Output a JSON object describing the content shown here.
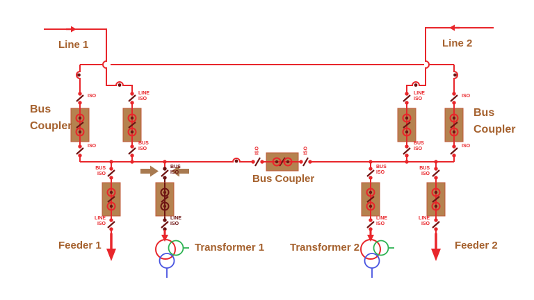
{
  "labels": {
    "line1": "Line 1",
    "line2": "Line 2",
    "bus_coupler_stacked": {
      "line1": "Bus",
      "line2": "Coupler"
    },
    "bus_coupler": "Bus Coupler",
    "feeder1": "Feeder 1",
    "feeder2": "Feeder 2",
    "transformer1": "Transformer 1",
    "transformer2": "Transformer 2",
    "iso": "ISO",
    "line_word": "LINE",
    "bus_word": "BUS"
  },
  "colors": {
    "wire_red": "#e8262b",
    "dark_red": "#6e1413",
    "device_tan": "#b5824f",
    "device_border": "#c0583a",
    "label_brown": "#a5612e",
    "green": "#2eb353",
    "blue": "#4753e0",
    "arrow_brown": "#a87a50",
    "background": "#ffffff"
  }
}
